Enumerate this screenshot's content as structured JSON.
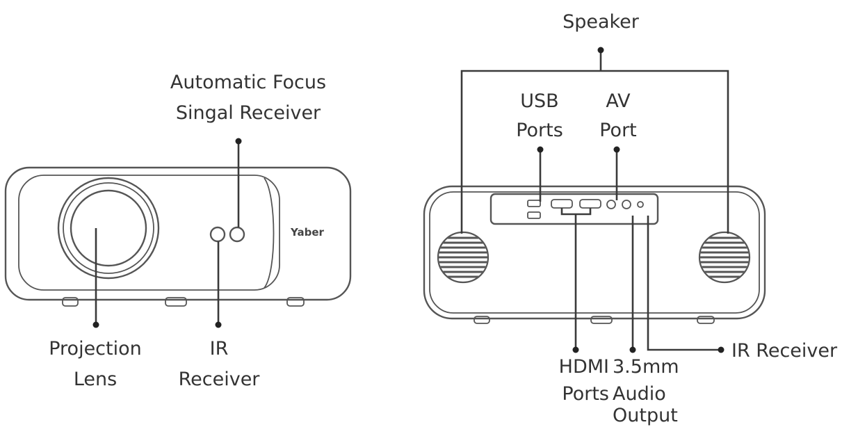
{
  "front_view": {
    "brand_logo": "Yaber",
    "labels": {
      "autofocus_line1": "Automatic Focus",
      "autofocus_line2": "Singal Receiver",
      "lens_line1": "Projection",
      "lens_line2": "Lens",
      "ir_line1": "IR",
      "ir_line2": "Receiver"
    }
  },
  "rear_view": {
    "labels": {
      "speaker": "Speaker",
      "usb_line1": "USB",
      "usb_line2": "Ports",
      "av_line1": "AV",
      "av_line2": "Port",
      "hdmi_line1": "HDMI",
      "hdmi_line2": "Ports",
      "audio_line1": "3.5mm",
      "audio_line2": "Audio",
      "audio_line3": "Output",
      "ir": "IR Receiver"
    }
  }
}
